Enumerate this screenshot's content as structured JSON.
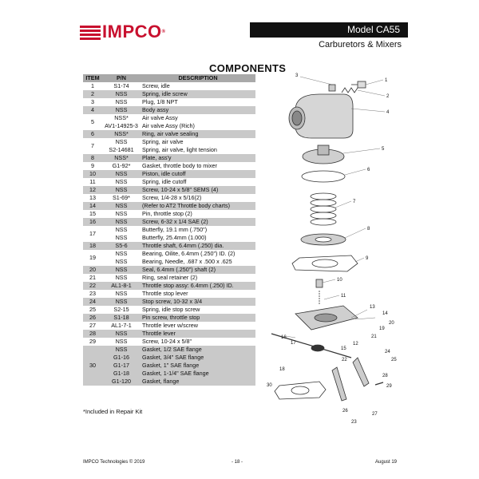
{
  "header": {
    "logo_text": "IMPCO",
    "logo_mark": "®",
    "model": "Model CA55",
    "subtitle": "Carburetors & Mixers"
  },
  "section_title": "COMPONENTS",
  "table": {
    "headers": [
      "ITEM",
      "P/N",
      "DESCRIPTION"
    ],
    "rows": [
      {
        "item": "1",
        "pn": [
          "S1-74"
        ],
        "desc": [
          "Screw, idle"
        ]
      },
      {
        "item": "2",
        "pn": [
          "NSS"
        ],
        "desc": [
          "Spring, idle screw"
        ]
      },
      {
        "item": "3",
        "pn": [
          "NSS"
        ],
        "desc": [
          "Plug, 1/8 NPT"
        ]
      },
      {
        "item": "4",
        "pn": [
          "NSS"
        ],
        "desc": [
          "Body assy"
        ]
      },
      {
        "item": "5",
        "pn": [
          "NSS*",
          "AV1-14925-3"
        ],
        "desc": [
          "Air valve Assy",
          "Air valve Assy (Rich)"
        ]
      },
      {
        "item": "6",
        "pn": [
          "NSS*"
        ],
        "desc": [
          "Ring, air valve sealing"
        ]
      },
      {
        "item": "7",
        "pn": [
          "NSS",
          "S2-14681"
        ],
        "desc": [
          "Spring, air valve",
          "Spring, air valve, light tension"
        ]
      },
      {
        "item": "8",
        "pn": [
          "NSS*"
        ],
        "desc": [
          "Plate, ass'y"
        ]
      },
      {
        "item": "9",
        "pn": [
          "G1-92*"
        ],
        "desc": [
          "Gasket, throttle body to mixer"
        ]
      },
      {
        "item": "10",
        "pn": [
          "NSS"
        ],
        "desc": [
          "Piston, idle cutoff"
        ]
      },
      {
        "item": "11",
        "pn": [
          "NSS"
        ],
        "desc": [
          "Spring, idle cutoff"
        ]
      },
      {
        "item": "12",
        "pn": [
          "NSS"
        ],
        "desc": [
          "Screw, 10-24 x 5/8\" SEMS (4)"
        ]
      },
      {
        "item": "13",
        "pn": [
          "S1-69*"
        ],
        "desc": [
          "Screw, 1/4-28 x 5/16(2)"
        ]
      },
      {
        "item": "14",
        "pn": [
          "NSS"
        ],
        "desc": [
          "(Refer to AT2 Throttle body charts)"
        ]
      },
      {
        "item": "15",
        "pn": [
          "NSS"
        ],
        "desc": [
          "Pin, throttle stop (2)"
        ]
      },
      {
        "item": "16",
        "pn": [
          "NSS"
        ],
        "desc": [
          "Screw, 6-32 x 1/4 SAE (2)"
        ]
      },
      {
        "item": "17",
        "pn": [
          "NSS",
          "NSS"
        ],
        "desc": [
          "Butterfly, 19.1 mm (.750\")",
          "Butterfly, 25.4mm (1.000)"
        ]
      },
      {
        "item": "18",
        "pn": [
          "S5-6"
        ],
        "desc": [
          "Throttle shaft, 6.4mm (.250) dia."
        ]
      },
      {
        "item": "19",
        "pn": [
          "NSS",
          "NSS"
        ],
        "desc": [
          "Bearing, Oilite, 6.4mm (.250\") ID. (2)",
          "Bearing, Needle, .687 x .500 x .625"
        ]
      },
      {
        "item": "20",
        "pn": [
          "NSS"
        ],
        "desc": [
          "Seal, 6.4mm (.250\") shaft (2)"
        ]
      },
      {
        "item": "21",
        "pn": [
          "NSS"
        ],
        "desc": [
          "Ring, seal retainer (2)"
        ]
      },
      {
        "item": "22",
        "pn": [
          "AL1-8-1"
        ],
        "desc": [
          "Throttle stop assy: 6.4mm (.250) ID."
        ]
      },
      {
        "item": "23",
        "pn": [
          "NSS"
        ],
        "desc": [
          "Throttle stop lever"
        ]
      },
      {
        "item": "24",
        "pn": [
          "NSS"
        ],
        "desc": [
          "Stop screw, 10-32 x 3/4"
        ]
      },
      {
        "item": "25",
        "pn": [
          "S2-15"
        ],
        "desc": [
          "Spring, idle stop screw"
        ]
      },
      {
        "item": "26",
        "pn": [
          "S1-18"
        ],
        "desc": [
          "Pin screw, throttle stop"
        ]
      },
      {
        "item": "27",
        "pn": [
          "AL1-7-1"
        ],
        "desc": [
          "Throttle lever w/screw"
        ]
      },
      {
        "item": "28",
        "pn": [
          "NSS"
        ],
        "desc": [
          "Throttle lever"
        ]
      },
      {
        "item": "29",
        "pn": [
          "NSS"
        ],
        "desc": [
          "Screw, 10-24 x 5/8\""
        ]
      },
      {
        "item": "30",
        "pn": [
          "NSS",
          "G1-16",
          "G1-17",
          "G1-18",
          "G1-120"
        ],
        "desc": [
          "Gasket, 1/2 SAE flange",
          "Gasket, 3/4\" SAE flange",
          "Gasket, 1\" SAE flange",
          "Gasket, 1-1/4\" SAE flange",
          "Gasket, flange"
        ]
      }
    ]
  },
  "footnote": "*Included in Repair Kit",
  "footer": {
    "left": "IMPCO Technologies © 2019",
    "center": "- 18 -",
    "right": "August 19"
  },
  "diagram": {
    "callouts": [
      "1",
      "2",
      "3",
      "4",
      "5",
      "6",
      "7",
      "8",
      "9",
      "10",
      "11",
      "12",
      "13",
      "14",
      "15",
      "16",
      "17",
      "18",
      "19",
      "20",
      "21",
      "22",
      "23",
      "24",
      "25",
      "26",
      "27",
      "28",
      "29",
      "30"
    ]
  }
}
